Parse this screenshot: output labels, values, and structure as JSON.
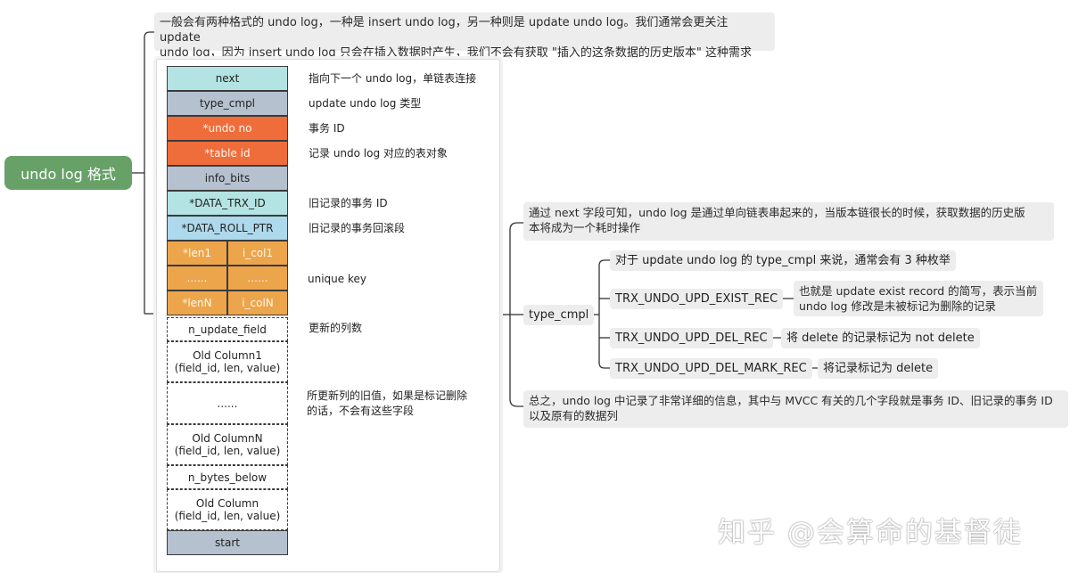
{
  "root": "undo log 格式",
  "top_note": [
    "一般会有两种格式的 undo log，一种是 insert undo log，另一种则是 update undo log。我们通常会更关注 update",
    "undo log，因为 insert undo log 只会在插入数据时产生，我们不会有获取 \"插入的这条数据的历史版本\" 这种需求"
  ],
  "fields": [
    {
      "label": "next",
      "desc": "指向下一个 undo log，单链表连接"
    },
    {
      "label": "type_cmpl",
      "desc": "update undo log 类型"
    },
    {
      "label": "*undo no",
      "desc": "事务 ID"
    },
    {
      "label": "*table id",
      "desc": "记录 undo log 对应的表对象"
    },
    {
      "label": "info_bits",
      "desc": ""
    },
    {
      "label": "*DATA_TRX_ID",
      "desc": "旧记录的事务 ID"
    },
    {
      "label": "*DATA_ROLL_PTR",
      "desc": "旧记录的事务回滚段"
    }
  ],
  "unique_key": {
    "rows": [
      [
        "*len1",
        "i_col1"
      ],
      [
        "......",
        "......"
      ],
      [
        "*lenN",
        "i_colN"
      ]
    ],
    "label": "unique key"
  },
  "n_update_field": {
    "label": "n_update_field",
    "desc": "更新的列数"
  },
  "old_columns": {
    "first": [
      "Old Column1",
      "(field_id, len, value)"
    ],
    "dots": "......",
    "last": [
      "Old ColumnN",
      "(field_id, len, value)"
    ],
    "desc": [
      "所更新列的旧值，如果是标记删除",
      "的话，不会有这些字段"
    ]
  },
  "n_bytes_below": "n_bytes_below",
  "old_column": [
    "Old Column",
    "(field_id, len, value)"
  ],
  "start": "start",
  "right": {
    "note1": [
      "通过 next 字段可知，undo log 是通过单向链表串起来的，当版本链很长的时候，获取数据的历史版",
      "本将成为一个耗时操作"
    ],
    "type_cmpl": "type_cmpl",
    "type_intro": "对于 update undo log 的 type_cmpl 来说，通常会有 3 种枚举",
    "enums": [
      {
        "name": "TRX_UNDO_UPD_EXIST_REC",
        "desc": [
          "也就是 update exist record 的简写，表示当前",
          "undo log 修改是未被标记为删除的记录"
        ]
      },
      {
        "name": "TRX_UNDO_UPD_DEL_REC",
        "desc": [
          "将 delete 的记录标记为 not delete"
        ]
      },
      {
        "name": "TRX_UNDO_UPD_DEL_MARK_REC",
        "desc": [
          "将记录标记为 delete"
        ]
      }
    ],
    "summary": [
      "总之，undo log 中记录了非常详细的信息，其中与 MVCC 有关的几个字段就是事务 ID、旧记录的事务 ID",
      "以及原有的数据列"
    ]
  },
  "watermark": "知乎 @会算命的基督徒",
  "colors": {
    "root": "#67a168",
    "teal": "#b3e3e2",
    "slate": "#b5c1cf",
    "red": "#ef6d3b",
    "blue": "#aed9ec",
    "orange": "#eda54b",
    "note": "#ededed"
  }
}
